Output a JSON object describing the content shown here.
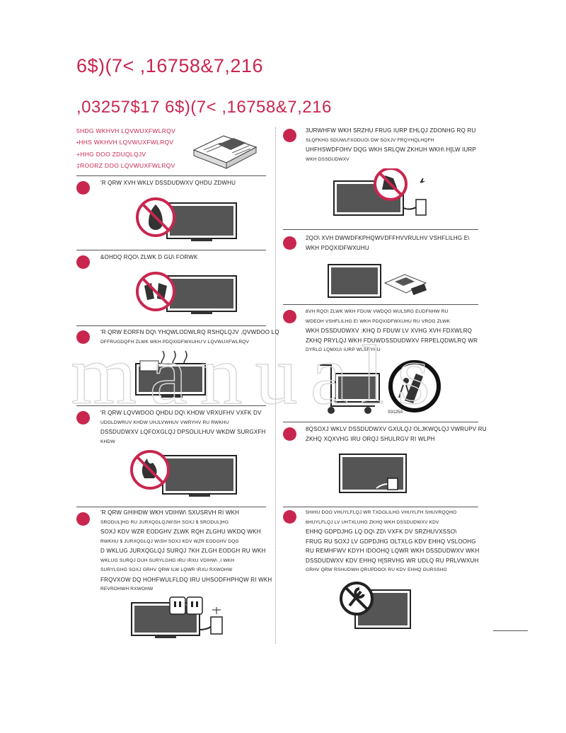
{
  "heading": {
    "main": "6$)(7< ,16758&7,216",
    "sub": ",03257$17 6$)(7< ,16758&7,216"
  },
  "intro_lines": [
    "5HDG WKHVH LQVWUXFWLRQV",
    "•HHS WKHVH LQVWUXFWLRQV",
    "+HHG DOO ZDUQLQJV",
    "‡ROORZ DOO LQVWUXFWLRQV"
  ],
  "items_left": [
    {
      "lines": [
        "'R QRW XVH WKLV DSSDUDWXV QHDU ZDWHU"
      ]
    },
    {
      "lines": [
        "&OHDQ RQO\\ ZLWK D GU\\ FORWK"
      ]
    },
    {
      "lines": [
        "'R QRW EORFN DQ\\ YHQWLODWLRQ RSHQLQJV ,QVWDOO LQ",
        "DFFRUGDQFH ZLWK WKH PDQXIDFWXUHU’V LQVWUXFWLRQV"
      ]
    },
    {
      "lines": [
        "'R QRW LQVWDOO QHDU DQ\\ KHDW VRXUFHV VXFK DV",
        "UDGLDWRUV KHDW UHJLVWHUV VWRYHV RU RWKHU",
        "DSSDUDWXV LQFOXGLQJ DPSOLILHUV WKDW SURGXFH",
        "KHDW"
      ]
    },
    {
      "lines": [
        "'R QRW GHIHDW WKH VDIHW\\ SXUSRVH RI WKH",
        "SRODUL]HG RU JURXQGLQJ\u0010W\\SH SOXJ $ SRODUL]HG",
        "SOXJ KDV WZR EODGHV ZLWK RQH ZLGHU WKDQ WKH",
        "RWKHU $ JURXQGLQJ W\\SH SOXJ KDV WZR EODGHV DQG",
        "D WKLUG JURXQGLQJ SURQJ 7KH ZLGH EODGH RU WKH",
        "WKLUG SURQJ DUH SURYLGHG IRU \\RXU VDIHW\\ ,I WKH",
        "SURYLGHG SOXJ GRHV QRW ILW LQWR \\RXU RXWOHW",
        "FRQVXOW DQ HOHFWULFLDQ IRU UHSODFHPHQW RI WKH",
        "REVROHWH RXWOHW"
      ]
    }
  ],
  "items_right": [
    {
      "lines": [
        "3URWHFW WKH SRZHU FRUG IURP EHLQJ ZDONHG RQ RU",
        "SLQFKHG SDUWLFXODUO\\ DW SOXJV FRQYHQLHQFH",
        "UHFHSWDFOHV DQG WKH SRLQW ZKHUH WKH\\ H[LW IURP",
        "WKH DSSDUDWXV"
      ]
    },
    {
      "lines": [
        "2QO\\ XVH DWWDFKPHQWV\u0012DFFHVVRULHV VSHFLILHG E\\",
        "WKH PDQXIDFWXUHU"
      ]
    },
    {
      "lines": [
        "8VH RQO\\ ZLWK WKH FDUW VWDQG WULSRG EUDFNHW RU",
        "WDEOH VSHFLILHG E\\ WKH PDQXIDFWXUHU RU VROG ZLWK",
        "WKH DSSDUDWXV :KHQ D FDUW LV XVHG XVH FDXWLRQ",
        "ZKHQ PRYLQJ WKH FDUW\u0012DSSDUDWXV FRPELQDWLRQ WR",
        "DYRLG LQMXU\\ IURP WLS\u0010RYHU"
      ]
    },
    {
      "lines": [
        "8QSOXJ WKLV DSSDUDWXV GXULQJ OLJKWQLQJ VWRUPV RU",
        "ZKHQ XQXVHG IRU ORQJ SHULRGV RI WLPH"
      ]
    },
    {
      "lines": [
        "5HIHU DOO VHUYLFLQJ WR TXDOLILHG VHUYLFH SHUVRQQHO",
        "6HUYLFLQJ LV UHTXLUHG ZKHQ WKH DSSDUDWXV KDV",
        "EHHQ GDPDJHG LQ DQ\\ ZD\\ VXFK DV SRZHU\u0010VXSSO\\",
        "FRUG RU SOXJ LV GDPDJHG OLTXLG KDV EHHQ VSLOOHG",
        "RU REMHFWV KDYH IDOOHQ LQWR WKH DSSDUDWXV WKH",
        "DSSDUDWXV KDV EHHQ H[SRVHG WR UDLQ RU PRLVWXUH",
        "GRHV QRW RSHUDWH QRUPDOO\\ RU KDV EHHQ GURSSHG"
      ]
    }
  ],
  "cart_label": "S3125A",
  "watermark": "manuals",
  "colors": {
    "accent": "#c8264f",
    "rule": "#555555"
  }
}
